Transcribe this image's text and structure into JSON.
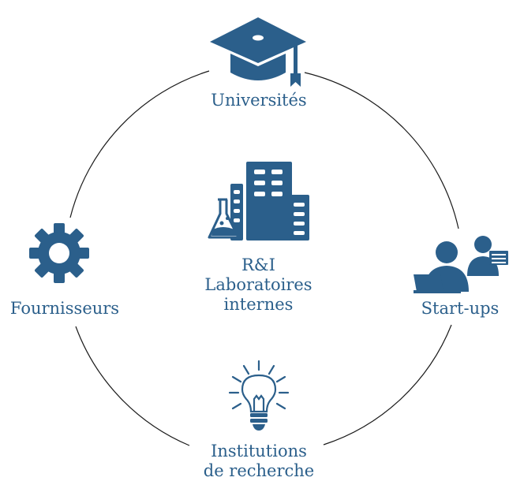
{
  "colors": {
    "primary": "#2b5f8b",
    "ring": "#1a1a1a",
    "background": "#ffffff"
  },
  "nodes": {
    "universites": {
      "label": "Universités",
      "icon": "graduation-cap-icon"
    },
    "startups": {
      "label": "Start-ups",
      "icon": "people-laptop-icon"
    },
    "institutions": {
      "line1": "Institutions",
      "line2": "de recherche",
      "icon": "lightbulb-icon"
    },
    "fournisseurs": {
      "label": "Fournisseurs",
      "icon": "gear-icon"
    },
    "center": {
      "line1": "R&I",
      "line2": "Laboratoires",
      "line3": "internes",
      "icon": "lab-building-icon"
    }
  }
}
